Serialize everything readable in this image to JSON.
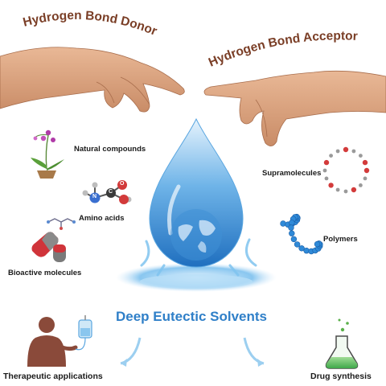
{
  "title_donor": "Hydrogen Bond Donor",
  "title_acceptor": "Hydrogen Bond Acceptor",
  "center_label": "Deep Eutectic Solvents",
  "components": {
    "natural_compounds": "Natural compounds",
    "amino_acids": "Amino acids",
    "bioactive_molecules": "Bioactive molecules",
    "supramolecules": "Supramolecules",
    "polymers": "Polymers"
  },
  "amino_atoms": {
    "nitrogen": "N",
    "carbon": "C",
    "oxygen": "O"
  },
  "applications": {
    "therapeutic": "Therapeutic applications",
    "drug_synthesis": "Drug synthesis"
  },
  "colors": {
    "title_brown": "#7a3e26",
    "accent_blue": "#2f7fc8",
    "skin": "#d9a07c"
  }
}
